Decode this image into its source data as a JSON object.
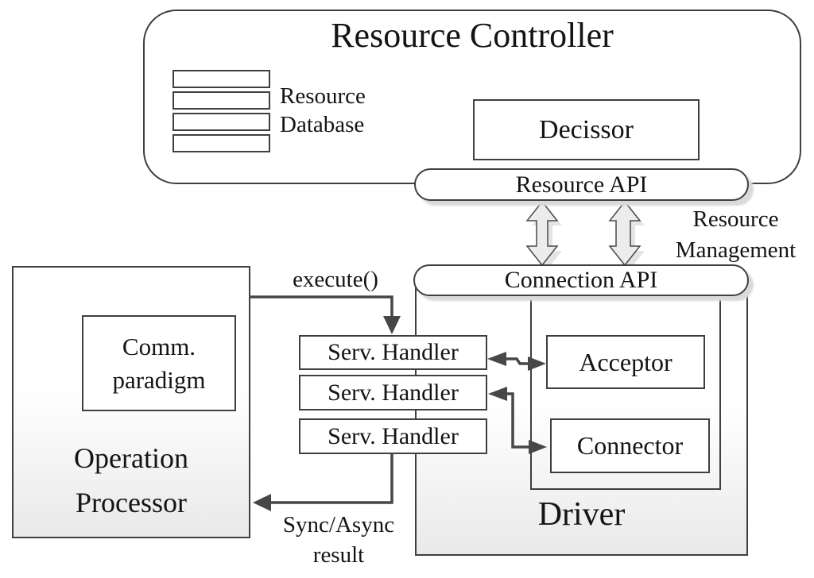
{
  "colors": {
    "line": "#3f3f3f",
    "arrow_stroke": "#474747",
    "block_arrow_fill": "#ececec",
    "shadow": "#dadada"
  },
  "resource_controller": {
    "title": "Resource Controller",
    "database_label": {
      "line1": "Resource",
      "line2": "Database"
    },
    "decissor_label": "Decissor",
    "resource_api_label": "Resource API"
  },
  "resource_management_label": {
    "line1": "Resource",
    "line2": "Management"
  },
  "connection_api_label": "Connection API",
  "driver": {
    "title": "Driver",
    "acceptor_label": "Acceptor",
    "connector_label": "Connector"
  },
  "operation_processor": {
    "title": {
      "line1": "Operation",
      "line2": "Processor"
    },
    "comm_paradigm": {
      "line1": "Comm.",
      "line2": "paradigm"
    }
  },
  "service_handlers": [
    "Serv. Handler",
    "Serv. Handler",
    "Serv. Handler"
  ],
  "edge_labels": {
    "execute": "execute()",
    "sync_result": {
      "line1": "Sync/Async",
      "line2": "result"
    }
  }
}
